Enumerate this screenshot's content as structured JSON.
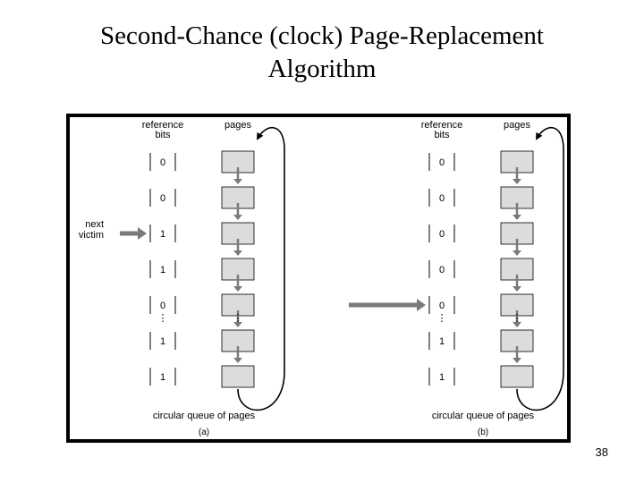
{
  "slide": {
    "title_line1": "Second-Chance (clock) Page-Replacement",
    "title_line2": "Algorithm",
    "number": "38"
  },
  "colors": {
    "frame": "#000000",
    "page_fill": "#dcdcdc",
    "arrow": "#7a7a7a"
  },
  "diagram": {
    "panels": [
      {
        "id": "a",
        "col_header_bits": [
          "reference",
          "bits"
        ],
        "col_header_pages": "pages",
        "bits": [
          "0",
          "0",
          "1",
          "1",
          "0",
          "1",
          "1"
        ],
        "ellipsis": "⋮",
        "pointer_row": 2,
        "pointer_label": [
          "next",
          "victim"
        ],
        "caption": "circular queue of pages",
        "sublabel": "(a)"
      },
      {
        "id": "b",
        "col_header_bits": [
          "reference",
          "bits"
        ],
        "col_header_pages": "pages",
        "bits": [
          "0",
          "0",
          "0",
          "0",
          "0",
          "1",
          "1"
        ],
        "ellipsis": "⋮",
        "pointer_row": 4,
        "pointer_label": [],
        "caption": "circular queue of pages",
        "sublabel": "(b)"
      }
    ]
  }
}
